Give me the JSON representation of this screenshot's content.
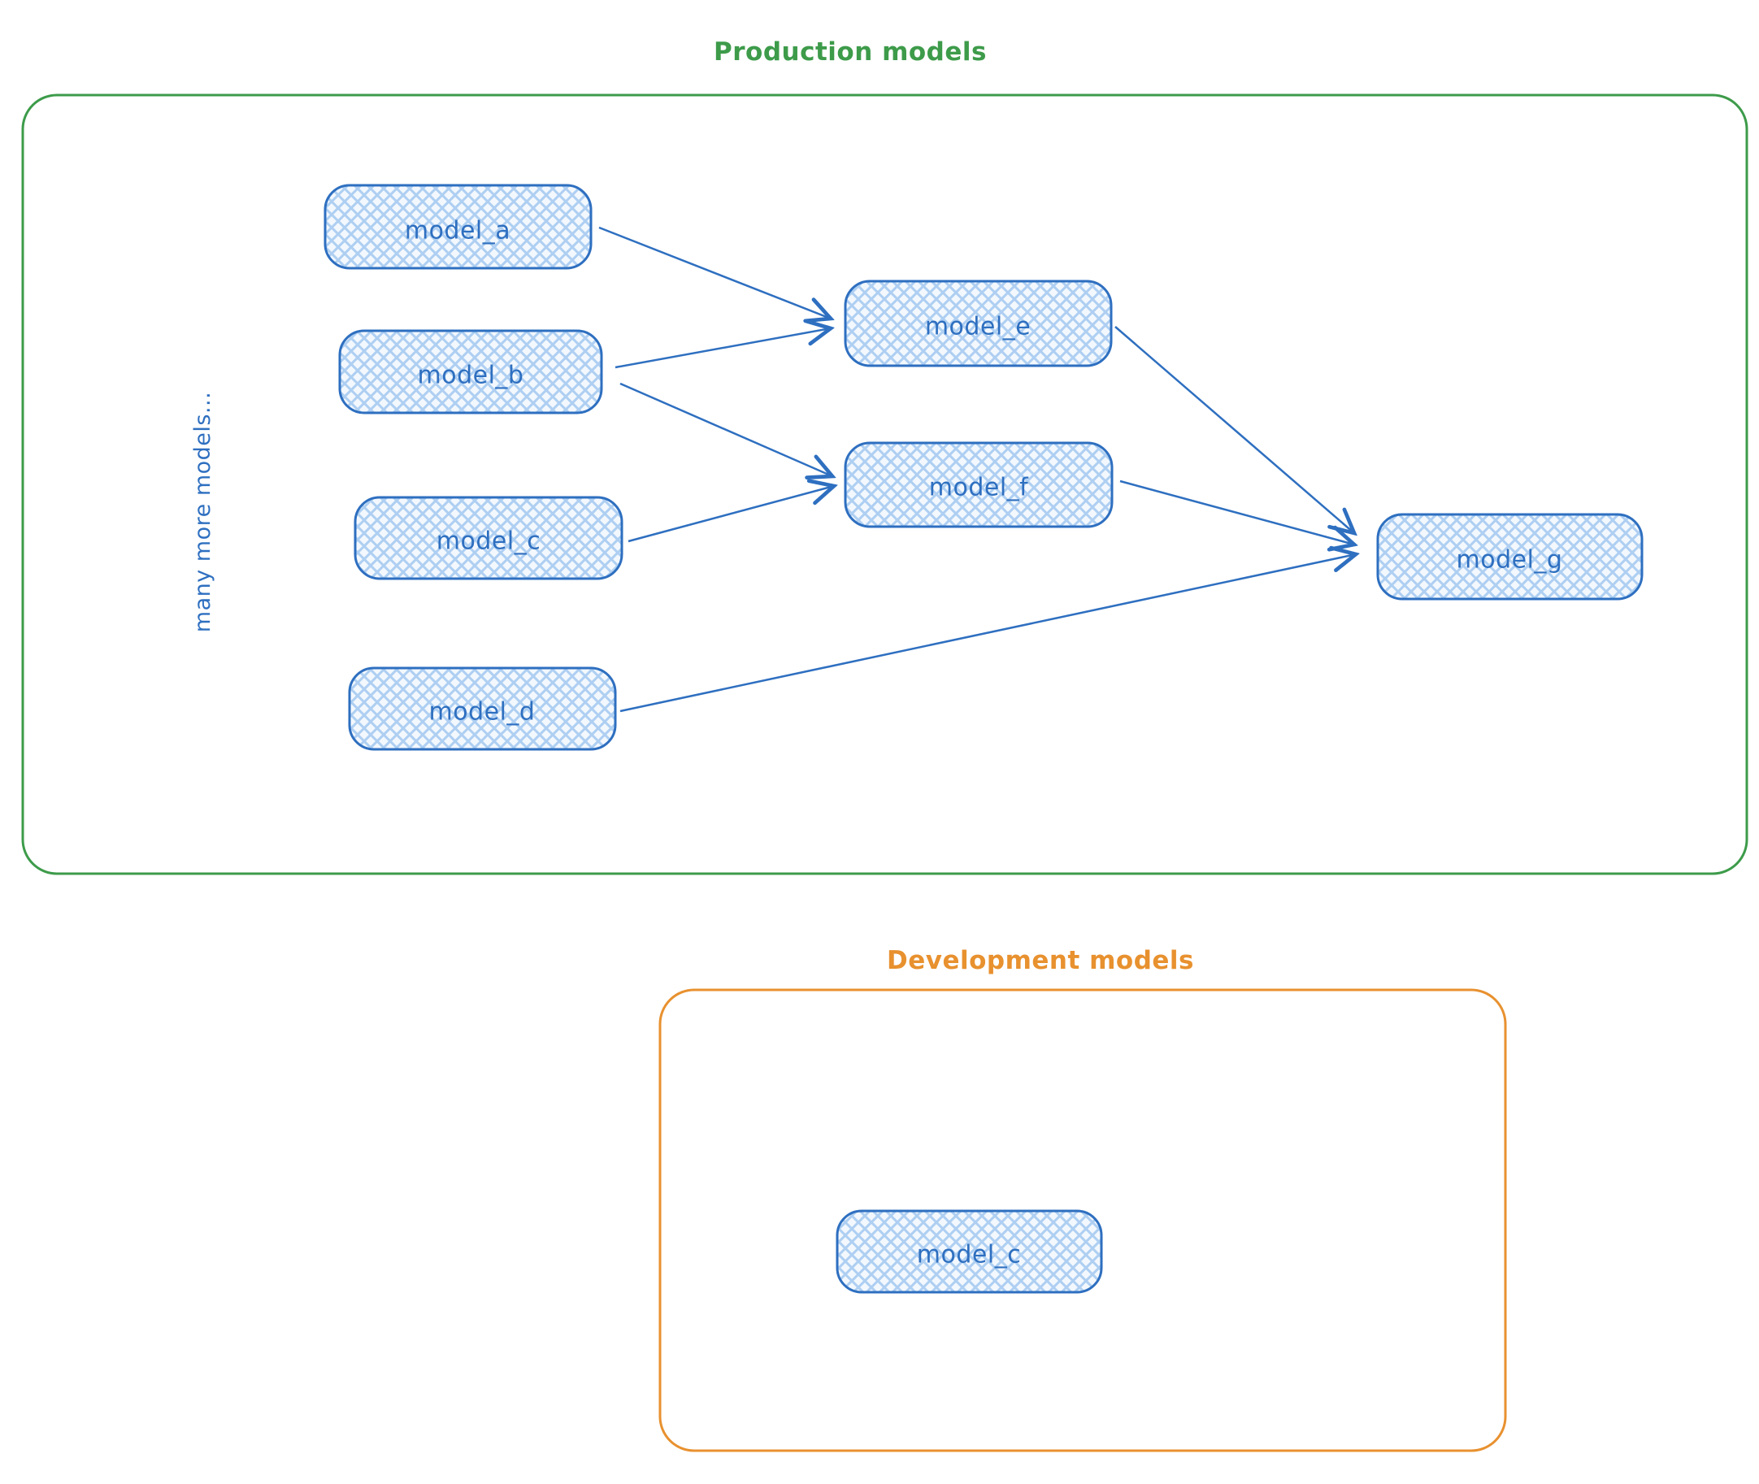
{
  "styles": {
    "production_color": "#3d9b4a",
    "development_color": "#e8912f",
    "node_stroke": "#2e6fc0",
    "node_fill_base": "#f3f8fe",
    "node_hatch_color": "#aecff2",
    "label_color": "#2e6fc0"
  },
  "production": {
    "title": "Production models",
    "note": "many more models..."
  },
  "development": {
    "title": "Development models"
  },
  "nodes": {
    "model_a": {
      "label": "model_a"
    },
    "model_b": {
      "label": "model_b"
    },
    "model_c": {
      "label": "model_c"
    },
    "model_d": {
      "label": "model_d"
    },
    "model_e": {
      "label": "model_e"
    },
    "model_f": {
      "label": "model_f"
    },
    "model_g": {
      "label": "model_g"
    },
    "dev_model_c": {
      "label": "model_c"
    }
  },
  "edges": [
    {
      "from": "model_a",
      "to": "model_e"
    },
    {
      "from": "model_b",
      "to": "model_e"
    },
    {
      "from": "model_b",
      "to": "model_f"
    },
    {
      "from": "model_c",
      "to": "model_f"
    },
    {
      "from": "model_d",
      "to": "model_g"
    },
    {
      "from": "model_e",
      "to": "model_g"
    },
    {
      "from": "model_f",
      "to": "model_g"
    }
  ]
}
